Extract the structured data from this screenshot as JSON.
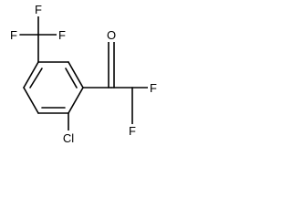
{
  "molecule": {
    "atoms": {
      "cf3_f_top": "F",
      "cf3_f_left": "F",
      "cf3_f_right": "F",
      "carbonyl_o": "O",
      "chf2_f_right": "F",
      "chf2_f_bottom": "F",
      "chloro": "Cl"
    },
    "colors": {
      "bond": "#000000",
      "label": "#000000",
      "background": "#ffffff"
    }
  }
}
